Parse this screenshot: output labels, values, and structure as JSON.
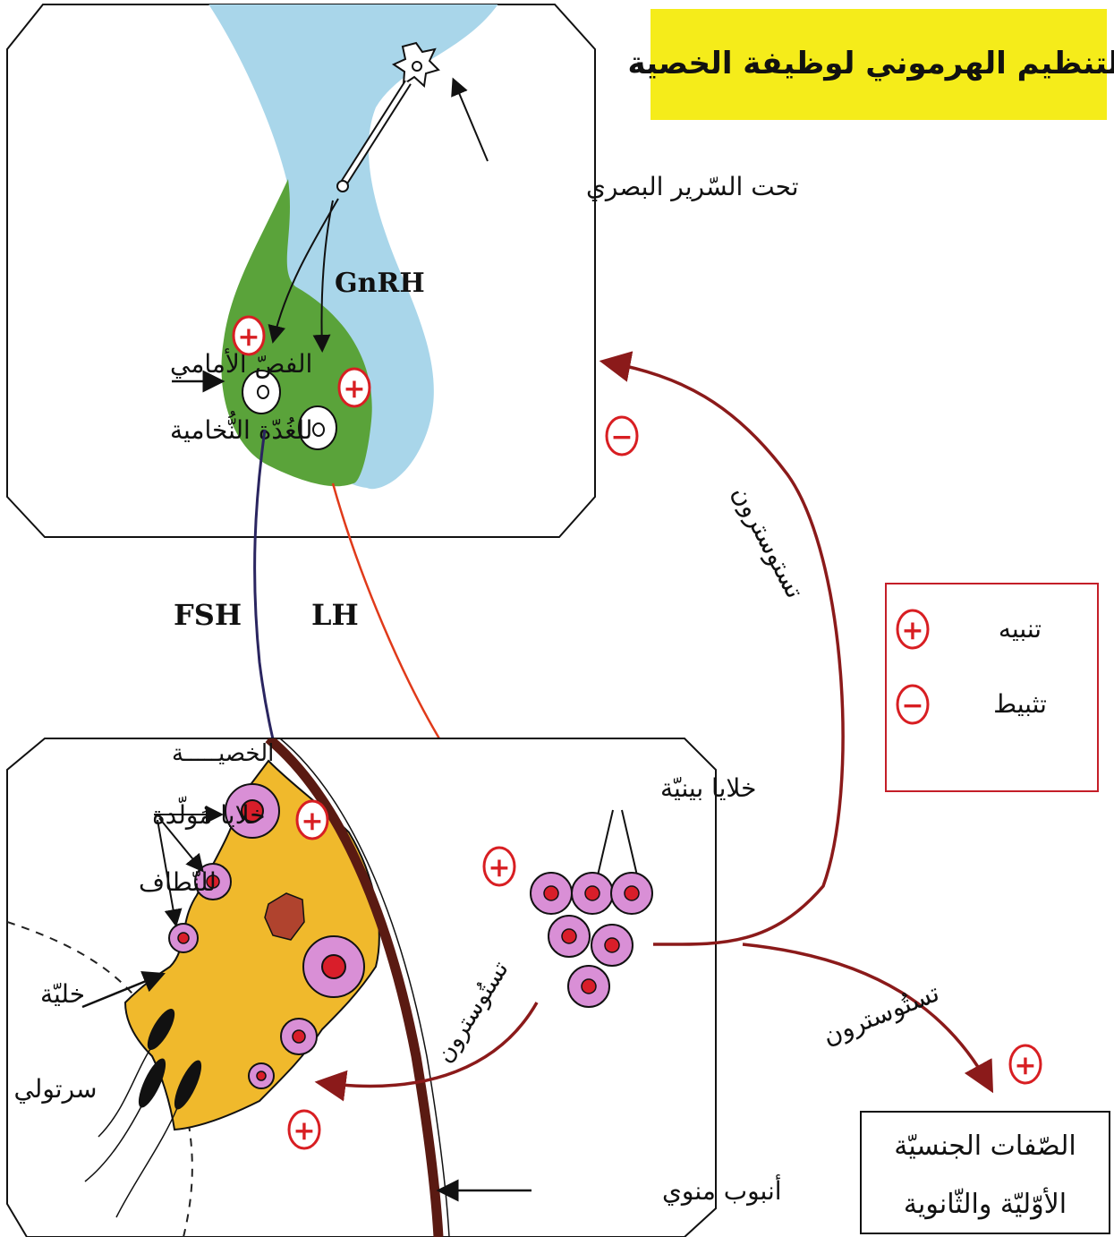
{
  "title": "التنظيم الهرموني لوظيفة الخصية",
  "labels": {
    "hypothalamus": "تحت السّرير البصري",
    "gnrh": "GnRH",
    "anterior_pituitary_line1": "الفصّ الأمامي",
    "anterior_pituitary_line2": "للغُدّة النُّخامية",
    "fsh": "FSH",
    "lh": "LH",
    "testis": "الخصيـــــة",
    "sperm_cells_line1": "خلايا مُولّدة",
    "sperm_cells_line2": "للنّطاف",
    "sertoli_line1": "خليّة",
    "sertoli_line2": "سرتولي",
    "interstitial_cells": "خلايا بينيّة",
    "testosterone_feedback": "تستوسترون",
    "testosterone_local": "تستُوسترون",
    "testosterone_out": "تستُوسترون",
    "seminiferous_tubule": "أنبوب منوي",
    "sex_traits_line1": "الصّفات الجنسيّة",
    "sex_traits_line2": "الأوّليّة والثّانوية"
  },
  "legend": {
    "stimulation": "تنبيه",
    "inhibition": "تثبيط",
    "plus_symbol": "+",
    "minus_symbol": "−"
  },
  "colors": {
    "title_bg": "#f5ec1a",
    "hypothalamus_blue": "#a9d6ea",
    "pituitary_green": "#5aa33a",
    "sertoli_yellow": "#f0b92c",
    "cell_pink": "#d98fd6",
    "cell_nucleus_red": "#d91e2a",
    "feedback_arrow": "#8b1a1a",
    "lh_arrow": "#e03a1a",
    "fsh_arrow": "#2a2560",
    "tubule_wall": "#5a1a12",
    "sign_red": "#d81e22"
  }
}
